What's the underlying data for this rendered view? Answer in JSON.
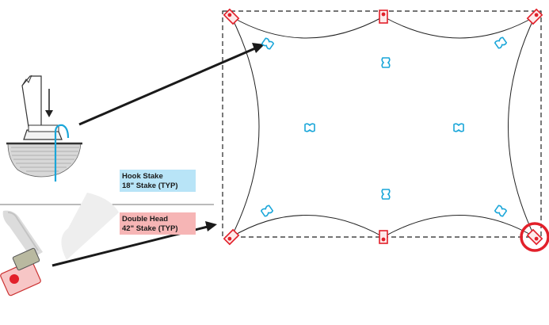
{
  "legend": {
    "hook_stake": {
      "line1": "Hook Stake",
      "line2": "18\" Stake (TYP)",
      "color": "#b8e4f7"
    },
    "double_head": {
      "line1": "Double Head",
      "line2": "42\" Stake (TYP)",
      "color": "#f6b5b5"
    }
  },
  "colors": {
    "hook_marker": "#1aa6d9",
    "double_head_marker": "#e2202a",
    "outline": "#222222",
    "highlight_circle": "#e2202a"
  },
  "icons": {
    "hook_marker": "hook-stake-icon",
    "double_head_marker": "double-head-stake-icon",
    "highlight": "highlight-circle-icon"
  }
}
